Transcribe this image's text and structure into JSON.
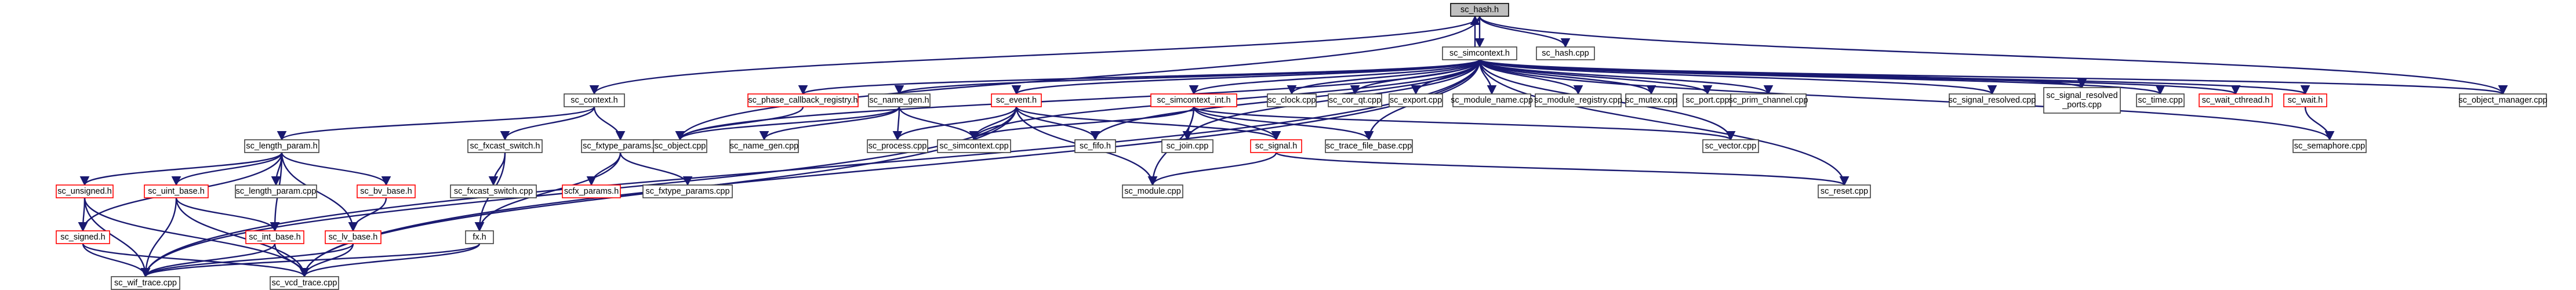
{
  "colors": {
    "edge": "#191970",
    "node_border": "#404040",
    "missing_border": "#ff0000",
    "root_fill": "#bfbfbf"
  },
  "nodes": [
    {
      "id": "sc_hash_h",
      "label": "sc_hash.h",
      "kind": "root"
    },
    {
      "id": "sc_hash_cpp",
      "label": "sc_hash.cpp",
      "kind": "normal"
    },
    {
      "id": "sc_simcontext_h",
      "label": "sc_simcontext.h",
      "kind": "normal"
    },
    {
      "id": "sc_context_h",
      "label": "sc_context.h",
      "kind": "normal"
    },
    {
      "id": "sc_phase_callback_registry_h",
      "label": "sc_phase_callback_registry.h",
      "kind": "missing"
    },
    {
      "id": "sc_name_gen_h",
      "label": "sc_name_gen.h",
      "kind": "normal"
    },
    {
      "id": "sc_event_h",
      "label": "sc_event.h",
      "kind": "missing"
    },
    {
      "id": "sc_simcontext_int_h",
      "label": "sc_simcontext_int.h",
      "kind": "missing"
    },
    {
      "id": "sc_clock_cpp",
      "label": "sc_clock.cpp",
      "kind": "normal"
    },
    {
      "id": "sc_cor_qt_cpp",
      "label": "sc_cor_qt.cpp",
      "kind": "normal"
    },
    {
      "id": "sc_export_cpp",
      "label": "sc_export.cpp",
      "kind": "normal"
    },
    {
      "id": "sc_module_name_cpp",
      "label": "sc_module_name.cpp",
      "kind": "normal"
    },
    {
      "id": "sc_module_registry_cpp",
      "label": "sc_module_registry.cpp",
      "kind": "normal"
    },
    {
      "id": "sc_mutex_cpp",
      "label": "sc_mutex.cpp",
      "kind": "normal"
    },
    {
      "id": "sc_port_cpp",
      "label": "sc_port.cpp",
      "kind": "normal"
    },
    {
      "id": "sc_prim_channel_cpp",
      "label": "sc_prim_channel.cpp",
      "kind": "normal"
    },
    {
      "id": "sc_signal_resolved_cpp",
      "label": "sc_signal_resolved.cpp",
      "kind": "normal"
    },
    {
      "id": "sc_signal_resolved_ports_cpp",
      "label": "sc_signal_resolved_ports.cpp",
      "lines": [
        "sc_signal_resolved",
        "_ports.cpp"
      ],
      "kind": "normal"
    },
    {
      "id": "sc_time_cpp",
      "label": "sc_time.cpp",
      "kind": "normal"
    },
    {
      "id": "sc_wait_cthread_h",
      "label": "sc_wait_cthread.h",
      "kind": "missing"
    },
    {
      "id": "sc_wait_h",
      "label": "sc_wait.h",
      "kind": "missing"
    },
    {
      "id": "sc_object_manager_cpp",
      "label": "sc_object_manager.cpp",
      "kind": "normal"
    },
    {
      "id": "sc_length_param_h",
      "label": "sc_length_param.h",
      "kind": "normal"
    },
    {
      "id": "sc_fxcast_switch_h",
      "label": "sc_fxcast_switch.h",
      "kind": "normal"
    },
    {
      "id": "sc_fxtype_params_h",
      "label": "sc_fxtype_params.h",
      "kind": "normal"
    },
    {
      "id": "sc_object_cpp",
      "label": "sc_object.cpp",
      "kind": "normal"
    },
    {
      "id": "sc_name_gen_cpp",
      "label": "sc_name_gen.cpp",
      "kind": "normal"
    },
    {
      "id": "sc_process_cpp",
      "label": "sc_process.cpp",
      "kind": "normal"
    },
    {
      "id": "sc_simcontext_cpp",
      "label": "sc_simcontext.cpp",
      "kind": "normal"
    },
    {
      "id": "sc_fifo_h",
      "label": "sc_fifo.h",
      "kind": "normal"
    },
    {
      "id": "sc_join_cpp",
      "label": "sc_join.cpp",
      "kind": "normal"
    },
    {
      "id": "sc_trace_file_base_cpp",
      "label": "sc_trace_file_base.cpp",
      "kind": "normal"
    },
    {
      "id": "sc_signal_h",
      "label": "sc_signal.h",
      "kind": "missing"
    },
    {
      "id": "sc_vector_cpp",
      "label": "sc_vector.cpp",
      "kind": "normal"
    },
    {
      "id": "sc_semaphore_cpp",
      "label": "sc_semaphore.cpp",
      "kind": "normal"
    },
    {
      "id": "sc_unsigned_h",
      "label": "sc_unsigned.h",
      "kind": "missing"
    },
    {
      "id": "sc_uint_base_h",
      "label": "sc_uint_base.h",
      "kind": "missing"
    },
    {
      "id": "sc_length_param_cpp",
      "label": "sc_length_param.cpp",
      "kind": "normal"
    },
    {
      "id": "sc_bv_base_h",
      "label": "sc_bv_base.h",
      "kind": "missing"
    },
    {
      "id": "sc_fxcast_switch_cpp",
      "label": "sc_fxcast_switch.cpp",
      "kind": "normal"
    },
    {
      "id": "scfx_params_h",
      "label": "scfx_params.h",
      "kind": "missing"
    },
    {
      "id": "sc_fxtype_params_cpp",
      "label": "sc_fxtype_params.cpp",
      "kind": "normal"
    },
    {
      "id": "sc_module_cpp",
      "label": "sc_module.cpp",
      "kind": "normal"
    },
    {
      "id": "sc_reset_cpp",
      "label": "sc_reset.cpp",
      "kind": "normal"
    },
    {
      "id": "sc_signed_h",
      "label": "sc_signed.h",
      "kind": "missing"
    },
    {
      "id": "sc_int_base_h",
      "label": "sc_int_base.h",
      "kind": "missing"
    },
    {
      "id": "sc_lv_base_h",
      "label": "sc_lv_base.h",
      "kind": "missing"
    },
    {
      "id": "fx_h",
      "label": "fx.h",
      "kind": "normal"
    },
    {
      "id": "sc_wif_trace_cpp",
      "label": "sc_wif_trace.cpp",
      "kind": "normal"
    },
    {
      "id": "sc_vcd_trace_cpp",
      "label": "sc_vcd_trace.cpp",
      "kind": "normal"
    }
  ],
  "edges": [
    [
      "sc_hash_h",
      "sc_hash_cpp"
    ],
    [
      "sc_hash_h",
      "sc_simcontext_h"
    ],
    [
      "sc_hash_h",
      "sc_context_h"
    ],
    [
      "sc_hash_h",
      "sc_object_cpp"
    ],
    [
      "sc_hash_h",
      "sc_object_manager_cpp"
    ],
    [
      "sc_simcontext_h",
      "sc_hash_h"
    ],
    [
      "sc_simcontext_h",
      "sc_phase_callback_registry_h"
    ],
    [
      "sc_simcontext_h",
      "sc_name_gen_h"
    ],
    [
      "sc_simcontext_h",
      "sc_event_h"
    ],
    [
      "sc_simcontext_h",
      "sc_simcontext_int_h"
    ],
    [
      "sc_simcontext_h",
      "sc_clock_cpp"
    ],
    [
      "sc_simcontext_h",
      "sc_cor_qt_cpp"
    ],
    [
      "sc_simcontext_h",
      "sc_export_cpp"
    ],
    [
      "sc_simcontext_h",
      "sc_module_name_cpp"
    ],
    [
      "sc_simcontext_h",
      "sc_module_registry_cpp"
    ],
    [
      "sc_simcontext_h",
      "sc_mutex_cpp"
    ],
    [
      "sc_simcontext_h",
      "sc_port_cpp"
    ],
    [
      "sc_simcontext_h",
      "sc_prim_channel_cpp"
    ],
    [
      "sc_simcontext_h",
      "sc_signal_resolved_cpp"
    ],
    [
      "sc_simcontext_h",
      "sc_signal_resolved_ports_cpp"
    ],
    [
      "sc_simcontext_h",
      "sc_time_cpp"
    ],
    [
      "sc_simcontext_h",
      "sc_wait_cthread_h"
    ],
    [
      "sc_simcontext_h",
      "sc_wait_h"
    ],
    [
      "sc_simcontext_h",
      "sc_object_manager_cpp"
    ],
    [
      "sc_simcontext_h",
      "sc_object_cpp"
    ],
    [
      "sc_simcontext_h",
      "sc_simcontext_cpp"
    ],
    [
      "sc_simcontext_h",
      "sc_fifo_h"
    ],
    [
      "sc_simcontext_h",
      "sc_join_cpp"
    ],
    [
      "sc_simcontext_h",
      "sc_trace_file_base_cpp"
    ],
    [
      "sc_simcontext_h",
      "sc_vector_cpp"
    ],
    [
      "sc_simcontext_h",
      "sc_semaphore_cpp"
    ],
    [
      "sc_simcontext_h",
      "sc_reset_cpp"
    ],
    [
      "sc_simcontext_h",
      "sc_wif_trace_cpp"
    ],
    [
      "sc_simcontext_h",
      "sc_vcd_trace_cpp"
    ],
    [
      "sc_context_h",
      "sc_length_param_h"
    ],
    [
      "sc_context_h",
      "sc_fxcast_switch_h"
    ],
    [
      "sc_context_h",
      "sc_fxtype_params_h"
    ],
    [
      "sc_phase_callback_registry_h",
      "sc_object_cpp"
    ],
    [
      "sc_name_gen_h",
      "sc_name_gen_cpp"
    ],
    [
      "sc_name_gen_h",
      "sc_process_cpp"
    ],
    [
      "sc_name_gen_h",
      "sc_simcontext_cpp"
    ],
    [
      "sc_name_gen_h",
      "sc_object_cpp"
    ],
    [
      "sc_event_h",
      "sc_process_cpp"
    ],
    [
      "sc_event_h",
      "sc_simcontext_cpp"
    ],
    [
      "sc_event_h",
      "sc_fifo_h"
    ],
    [
      "sc_event_h",
      "sc_signal_h"
    ],
    [
      "sc_event_h",
      "sc_module_cpp"
    ],
    [
      "sc_event_h",
      "sc_wif_trace_cpp"
    ],
    [
      "sc_event_h",
      "sc_vcd_trace_cpp"
    ],
    [
      "sc_simcontext_int_h",
      "sc_simcontext_cpp"
    ],
    [
      "sc_simcontext_int_h",
      "sc_join_cpp"
    ],
    [
      "sc_simcontext_int_h",
      "sc_trace_file_base_cpp"
    ],
    [
      "sc_simcontext_int_h",
      "sc_signal_h"
    ],
    [
      "sc_simcontext_int_h",
      "sc_module_cpp"
    ],
    [
      "sc_simcontext_int_h",
      "sc_vector_cpp"
    ],
    [
      "sc_wait_h",
      "sc_semaphore_cpp"
    ],
    [
      "sc_signal_h",
      "sc_module_cpp"
    ],
    [
      "sc_signal_h",
      "sc_reset_cpp"
    ],
    [
      "sc_length_param_h",
      "sc_unsigned_h"
    ],
    [
      "sc_length_param_h",
      "sc_uint_base_h"
    ],
    [
      "sc_length_param_h",
      "sc_length_param_cpp"
    ],
    [
      "sc_length_param_h",
      "sc_bv_base_h"
    ],
    [
      "sc_length_param_h",
      "sc_int_base_h"
    ],
    [
      "sc_length_param_h",
      "sc_lv_base_h"
    ],
    [
      "sc_length_param_h",
      "sc_signed_h"
    ],
    [
      "sc_fxcast_switch_h",
      "sc_fxcast_switch_cpp"
    ],
    [
      "sc_fxcast_switch_h",
      "fx_h"
    ],
    [
      "sc_fxtype_params_h",
      "scfx_params_h"
    ],
    [
      "sc_fxtype_params_h",
      "sc_fxtype_params_cpp"
    ],
    [
      "sc_fxtype_params_h",
      "fx_h"
    ],
    [
      "sc_unsigned_h",
      "sc_signed_h"
    ],
    [
      "sc_unsigned_h",
      "sc_wif_trace_cpp"
    ],
    [
      "sc_unsigned_h",
      "sc_vcd_trace_cpp"
    ],
    [
      "sc_uint_base_h",
      "sc_int_base_h"
    ],
    [
      "sc_uint_base_h",
      "sc_wif_trace_cpp"
    ],
    [
      "sc_uint_base_h",
      "sc_vcd_trace_cpp"
    ],
    [
      "sc_bv_base_h",
      "sc_lv_base_h"
    ],
    [
      "sc_signed_h",
      "sc_wif_trace_cpp"
    ],
    [
      "sc_signed_h",
      "sc_vcd_trace_cpp"
    ],
    [
      "sc_int_base_h",
      "sc_wif_trace_cpp"
    ],
    [
      "sc_int_base_h",
      "sc_vcd_trace_cpp"
    ],
    [
      "sc_lv_base_h",
      "sc_wif_trace_cpp"
    ],
    [
      "sc_lv_base_h",
      "sc_vcd_trace_cpp"
    ],
    [
      "fx_h",
      "sc_wif_trace_cpp"
    ],
    [
      "fx_h",
      "sc_vcd_trace_cpp"
    ]
  ]
}
